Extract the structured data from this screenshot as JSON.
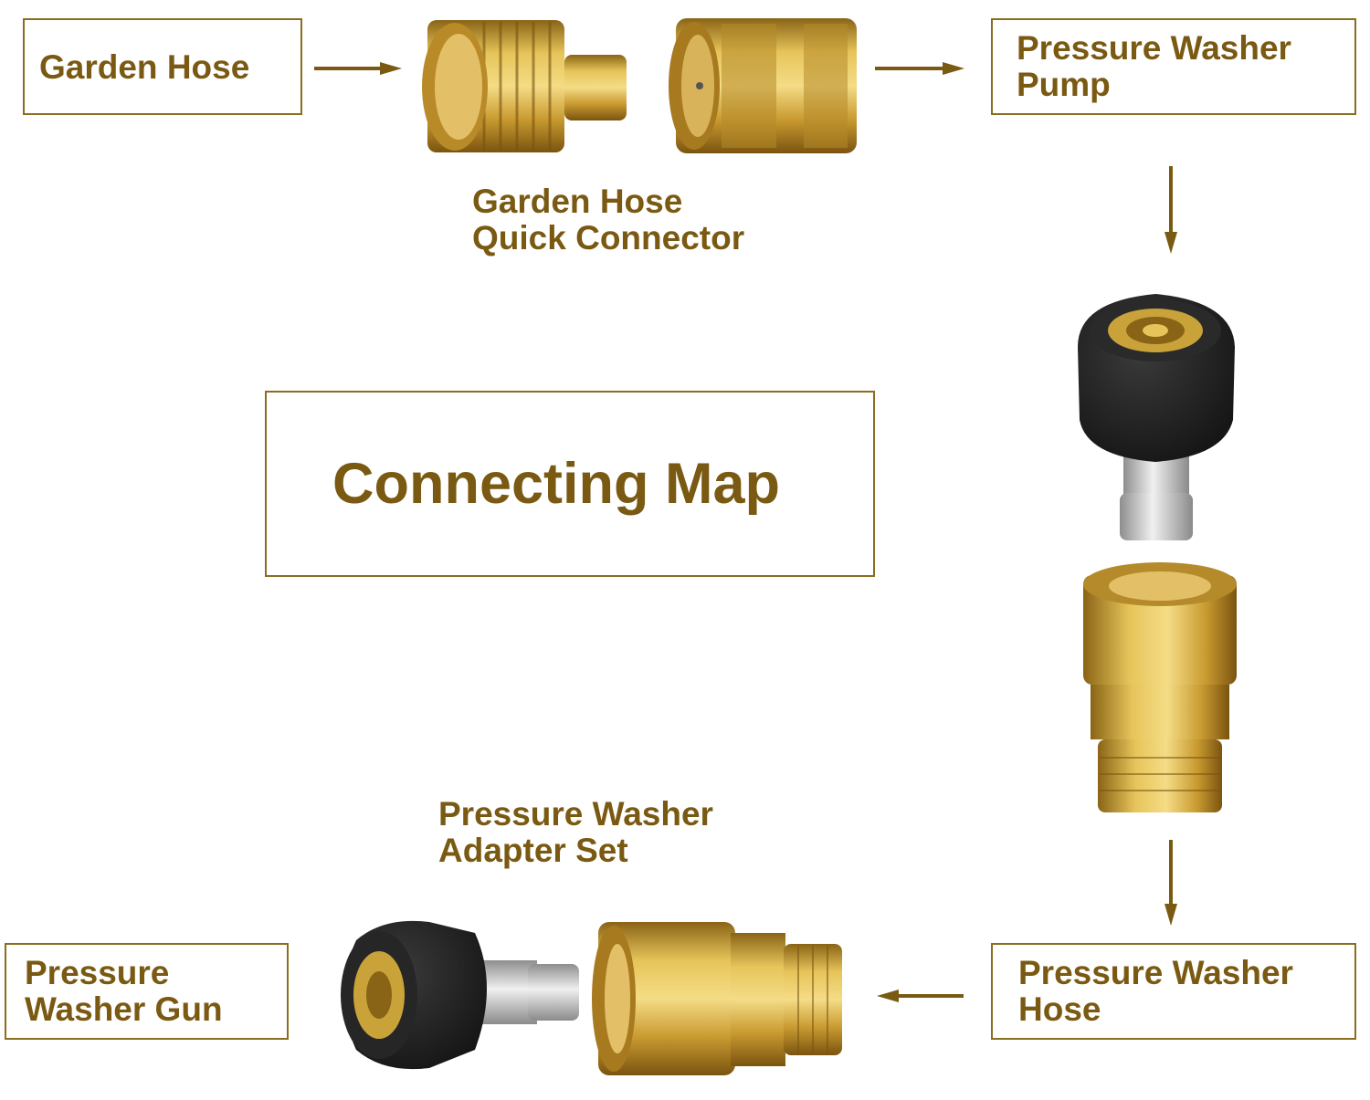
{
  "labels": {
    "garden_hose": "Garden Hose",
    "pump_line1": "Pressure Washer",
    "pump_line2": "Pump",
    "quick_line1": "Garden Hose",
    "quick_line2": "Quick Connector",
    "center_title": "Connecting Map",
    "adapter_line1": "Pressure Washer",
    "adapter_line2": "Adapter Set",
    "gun_line1": "Pressure",
    "gun_line2": "Washer Gun",
    "hose_line1": "Pressure Washer",
    "hose_line2": "Hose"
  },
  "colors": {
    "text": "#7a5a12",
    "border": "#8a6d1f",
    "brass": "#c9a23a",
    "rubber": "#1e1e1e",
    "steel": "#c8c8c8"
  },
  "icons": [
    "brass-male-adapter",
    "brass-female-coupler",
    "black-m22-coupler",
    "brass-quick-coupler"
  ]
}
